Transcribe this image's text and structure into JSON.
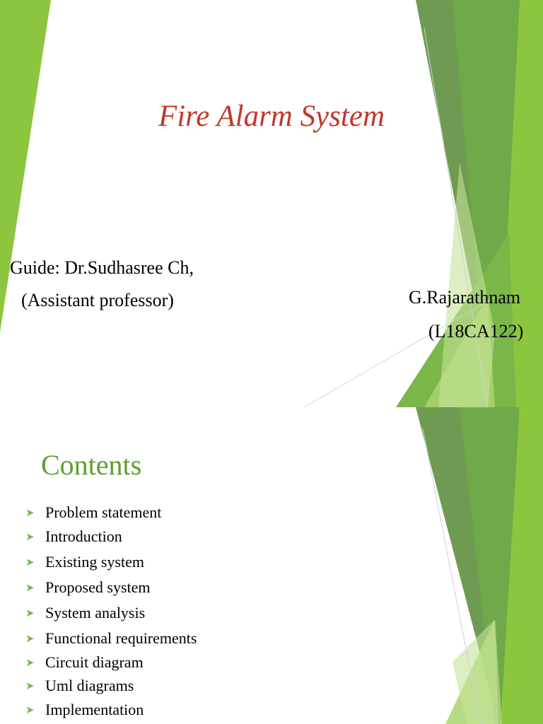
{
  "slide1": {
    "title": "Fire Alarm System",
    "guide_line": "Guide: Dr.Sudhasree Ch,",
    "guide_role": "(Assistant professor)",
    "student_name": "G.Rajarathnam",
    "student_id": "(L18CA122)"
  },
  "slide2": {
    "heading": "Contents",
    "bullet_icon": "arrow-right-icon",
    "items": [
      "Problem statement",
      "Introduction",
      "Existing system",
      "Proposed system",
      "System analysis",
      "Functional requirements",
      "Circuit diagram",
      "Uml diagrams",
      "Implementation"
    ]
  },
  "colors": {
    "title": "#c0392b",
    "heading": "#5aa02c",
    "bullet": "#7ab648",
    "green_light": "#a9d46f",
    "green_mid": "#7ab648",
    "green_dark": "#5f8f3e",
    "lime": "#8cc63f"
  }
}
